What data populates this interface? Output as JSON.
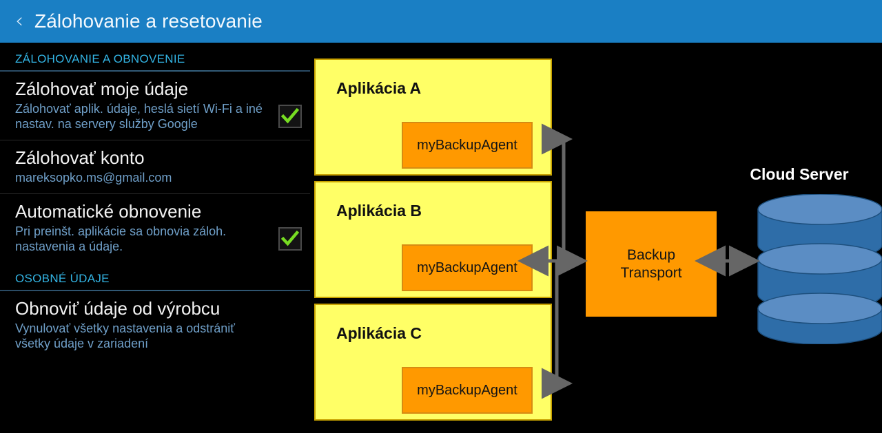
{
  "action_bar": {
    "back_icon": "chevron-left-icon",
    "title": "Zálohovanie a resetovanie"
  },
  "settings": {
    "sections": [
      {
        "header": "ZÁLOHOVANIE A OBNOVENIE",
        "items": [
          {
            "title": "Zálohovať moje údaje",
            "summary": "Zálohovať aplik. údaje, heslá sietí Wi-Fi a iné nastav. na servery služby Google",
            "widget": "checkbox",
            "checked": true
          },
          {
            "title": "Zálohovať konto",
            "summary": "mareksopko.ms@gmail.com",
            "widget": "none",
            "checked": false
          },
          {
            "title": "Automatické obnovenie",
            "summary": "Pri preinšt. aplikácie sa obnovia záloh. nastavenia a údaje.",
            "widget": "checkbox",
            "checked": true
          }
        ]
      },
      {
        "header": "OSOBNÉ ÚDAJE",
        "items": [
          {
            "title": "Obnoviť údaje od výrobcu",
            "summary": "Vynulovať všetky nastavenia a odstrániť všetky údaje v zariadení",
            "widget": "none",
            "checked": false
          }
        ]
      }
    ]
  },
  "diagram": {
    "apps": [
      {
        "label": "Aplikácia A",
        "agent": "myBackupAgent"
      },
      {
        "label": "Aplikácia B",
        "agent": "myBackupAgent"
      },
      {
        "label": "Aplikácia C",
        "agent": "myBackupAgent"
      }
    ],
    "transport": "Backup\nTransport",
    "transport_line1": "Backup",
    "transport_line2": "Transport",
    "cloud_label": "Cloud Server",
    "cloud_disk_count": 3
  },
  "colors": {
    "action_bar": "#1a7fc4",
    "section_header": "#33b5e5",
    "summary_text": "#6f9fc8",
    "checkmark": "#77dd22",
    "app_box": "#ffff66",
    "agent_box": "#ff9900",
    "transport_box": "#ff9900",
    "cylinder_body": "#2e6da8",
    "cylinder_top": "#5b8dc4",
    "arrow": "#666666",
    "background": "#000000"
  }
}
